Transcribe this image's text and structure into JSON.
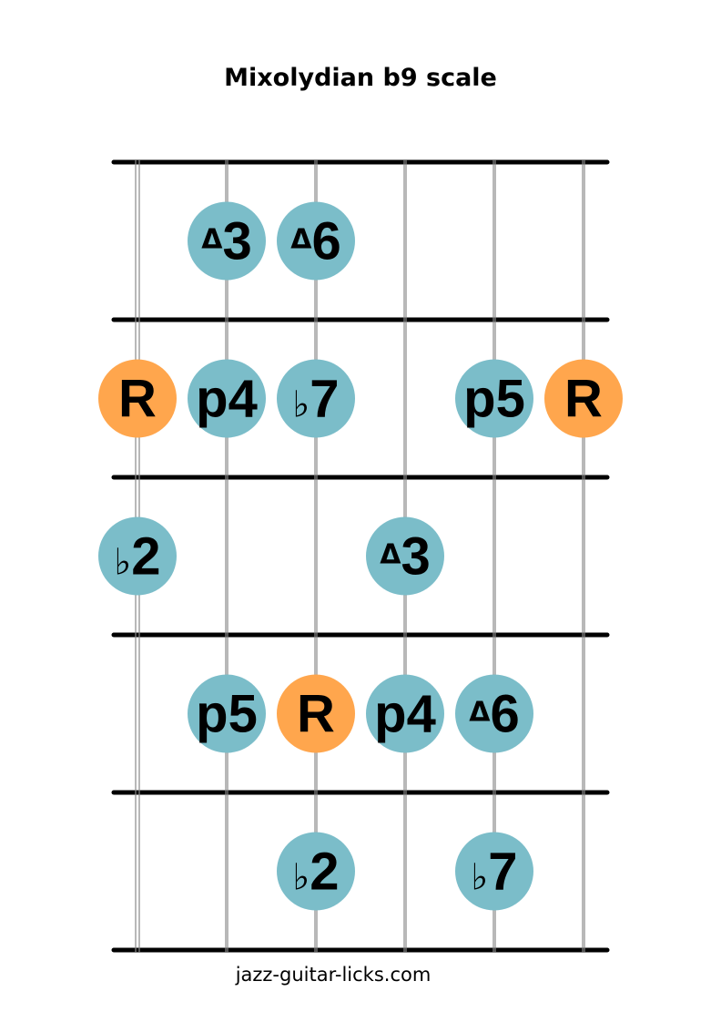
{
  "title": "Mixolydian b9 scale",
  "footer": "jazz-guitar-licks.com",
  "colors": {
    "scale_note": "#7bbdc9",
    "root_note": "#ffa64d",
    "fret": "#000000",
    "string": "#888888"
  },
  "strings": 6,
  "frets": 5,
  "notes": [
    {
      "fret": 1,
      "string": 2,
      "label": "Δ3",
      "root": false
    },
    {
      "fret": 1,
      "string": 3,
      "label": "Δ6",
      "root": false
    },
    {
      "fret": 2,
      "string": 1,
      "label": "R",
      "root": true
    },
    {
      "fret": 2,
      "string": 2,
      "label": "p4",
      "root": false
    },
    {
      "fret": 2,
      "string": 3,
      "label": "♭7",
      "root": false
    },
    {
      "fret": 2,
      "string": 5,
      "label": "p5",
      "root": false
    },
    {
      "fret": 2,
      "string": 6,
      "label": "R",
      "root": true
    },
    {
      "fret": 3,
      "string": 1,
      "label": "♭2",
      "root": false
    },
    {
      "fret": 3,
      "string": 4,
      "label": "Δ3",
      "root": false
    },
    {
      "fret": 4,
      "string": 2,
      "label": "p5",
      "root": false
    },
    {
      "fret": 4,
      "string": 3,
      "label": "R",
      "root": true
    },
    {
      "fret": 4,
      "string": 4,
      "label": "p4",
      "root": false
    },
    {
      "fret": 4,
      "string": 5,
      "label": "Δ6",
      "root": false
    },
    {
      "fret": 5,
      "string": 3,
      "label": "♭2",
      "root": false
    },
    {
      "fret": 5,
      "string": 5,
      "label": "♭7",
      "root": false
    }
  ]
}
